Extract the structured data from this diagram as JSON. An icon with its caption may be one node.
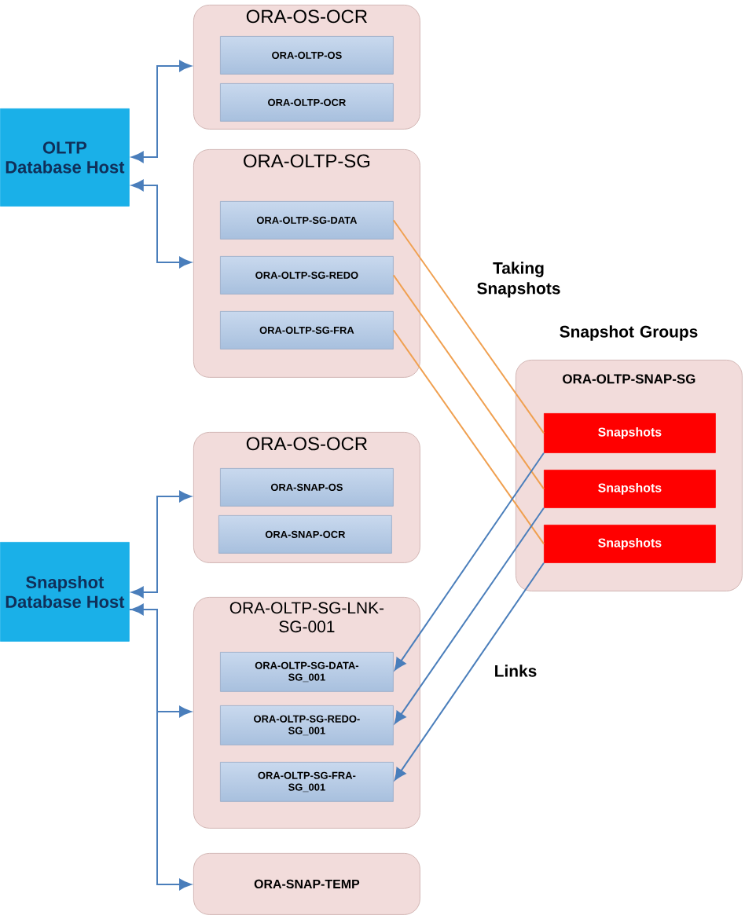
{
  "diagram": {
    "nodes": [
      {
        "text": [
          "OLTP Database Host"
        ]
      },
      {
        "text": [
          "ORA-OS-OCR"
        ]
      },
      {
        "text": [
          "ORA-OLTP-OS"
        ],
        "in": 1
      },
      {
        "text": [
          "ORA-OLTP-OCR"
        ],
        "in": 1
      },
      {
        "text": [
          "ORA-OLTP-SG"
        ]
      },
      {
        "text": [
          "ORA-OLTP-SG-DATA"
        ],
        "in": 4
      },
      {
        "text": [
          "ORA-OLTP-SG-REDO"
        ],
        "in": 4
      },
      {
        "text": [
          "ORA-OLTP-SG-FRA"
        ],
        "in": 4
      },
      {
        "text": [
          "ORA-OLTP-SNAP-SG"
        ]
      },
      {
        "text": [
          "Snapshots"
        ],
        "in": 8
      },
      {
        "text": [
          "Snapshots"
        ],
        "in": 8
      },
      {
        "text": [
          "Snapshots"
        ],
        "in": 8
      },
      {
        "text": [
          "Snapshot Database Host"
        ]
      },
      {
        "text": [
          "ORA-OS-OCR"
        ]
      },
      {
        "text": [
          "ORA-SNAP-OS"
        ],
        "in": 13
      },
      {
        "text": [
          "ORA-SNAP-OCR"
        ],
        "in": 13
      },
      {
        "text": [
          "ORA-OLTP-SG-LNK-SG-001"
        ]
      },
      {
        "text": [
          "ORA-OLTP-SG-DATA-SG_001"
        ],
        "in": 16
      },
      {
        "text": [
          "ORA-OLTP-SG-REDO-SG_001"
        ],
        "in": 16
      },
      {
        "text": [
          "ORA-OLTP-SG-FRA-SG_001"
        ],
        "in": 16
      },
      {
        "text": [
          "ORA-SNAP-TEMP"
        ]
      }
    ],
    "edges": [
      {
        "from": 0,
        "to": 1,
        "arrow": "both"
      },
      {
        "from": 0,
        "to": 4,
        "arrow": "both"
      },
      {
        "from": 5,
        "to": 9,
        "arrow": "none",
        "color": "#f0a050"
      },
      {
        "from": 6,
        "to": 10,
        "arrow": "none",
        "color": "#f0a050"
      },
      {
        "from": 7,
        "to": 11,
        "arrow": "none",
        "color": "#f0a050"
      },
      {
        "from": 12,
        "to": 13,
        "arrow": "both"
      },
      {
        "from": 12,
        "to": 16,
        "arrow": "both"
      },
      {
        "from": 12,
        "to": 20,
        "arrow": "to"
      },
      {
        "from": 9,
        "to": 17,
        "arrow": "to"
      },
      {
        "from": 10,
        "to": 18,
        "arrow": "to"
      },
      {
        "from": 11,
        "to": 19,
        "arrow": "to"
      }
    ],
    "labels": [
      "Taking Snapshots",
      "Snapshot Groups",
      "Links"
    ]
  }
}
